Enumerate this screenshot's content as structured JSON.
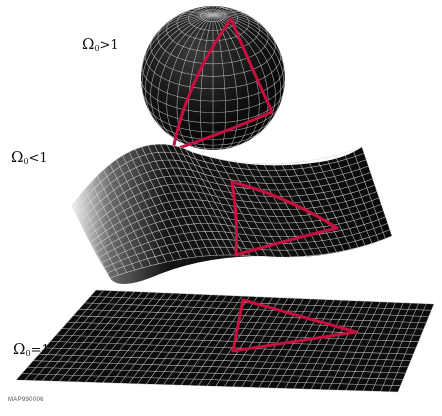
{
  "labels": {
    "closed": {
      "symbol": "Ω",
      "sub": "0",
      "relation": ">1"
    },
    "open": {
      "symbol": "Ω",
      "sub": "0",
      "relation": "<1"
    },
    "flat": {
      "symbol": "Ω",
      "sub": "0",
      "relation": "=1"
    }
  },
  "credit": "MAP990006",
  "colors": {
    "surface": "#0c0c0c",
    "grid": "#d8d8d8",
    "triangle": "#c8103e",
    "background": "#ffffff"
  }
}
